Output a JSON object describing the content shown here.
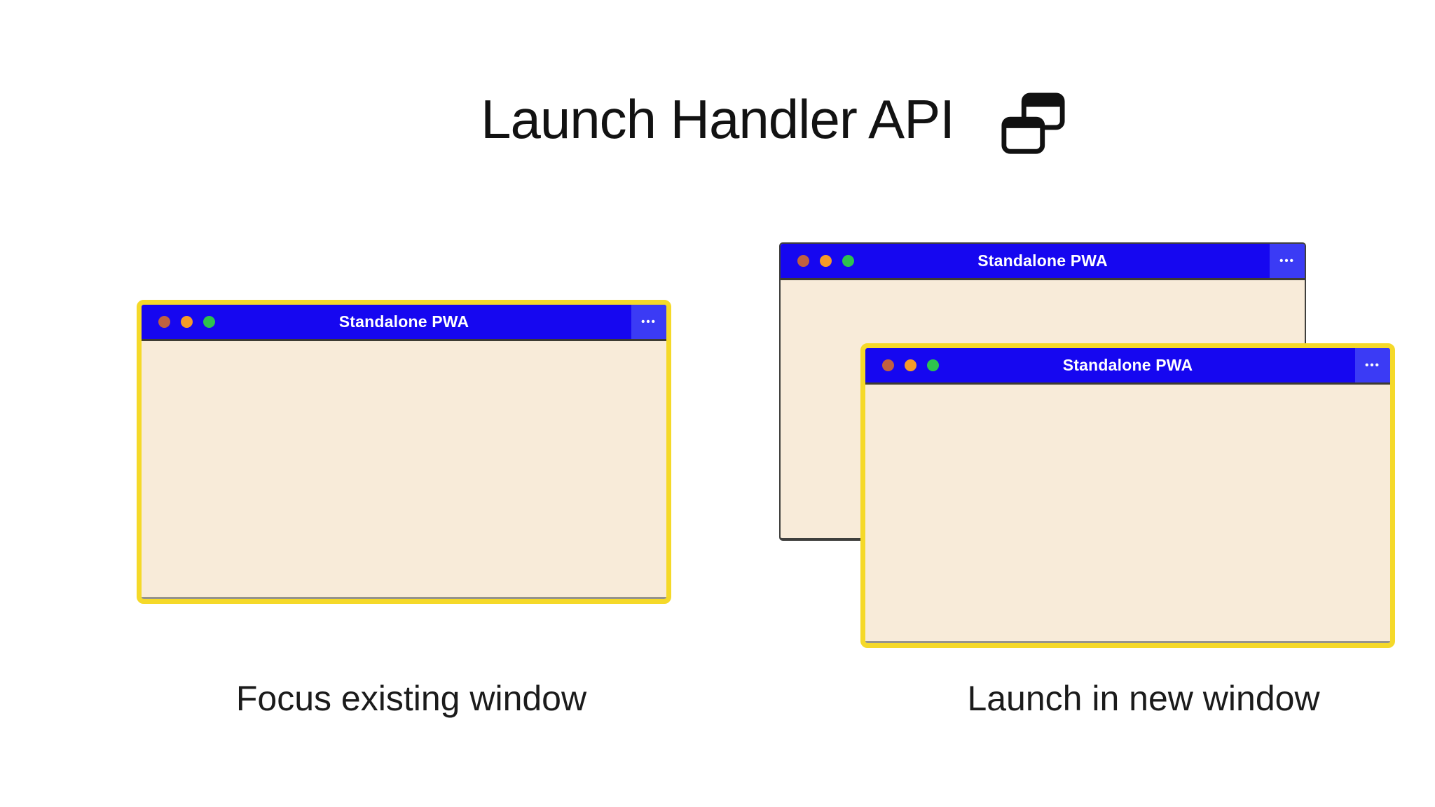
{
  "header": {
    "title": "Launch Handler API",
    "icon": "overlapping-windows-icon"
  },
  "colors": {
    "titlebar_blue": "#1607F0",
    "menu_button_blue": "#3B3BF5",
    "content_cream": "#F8EBD9",
    "focus_border_yellow": "#F5D929",
    "unfocused_border_gray": "#3F3F3D",
    "dot_red": "#C06140",
    "dot_orange": "#F59B28",
    "dot_green": "#2EC24E"
  },
  "left_panel": {
    "caption": "Focus existing window",
    "window": {
      "title": "Standalone PWA",
      "menu_icon": "•••"
    }
  },
  "right_panel": {
    "caption": "Launch in new window",
    "back_window": {
      "title": "Standalone PWA",
      "menu_icon": "•••"
    },
    "front_window": {
      "title": "Standalone PWA",
      "menu_icon": "•••"
    }
  }
}
